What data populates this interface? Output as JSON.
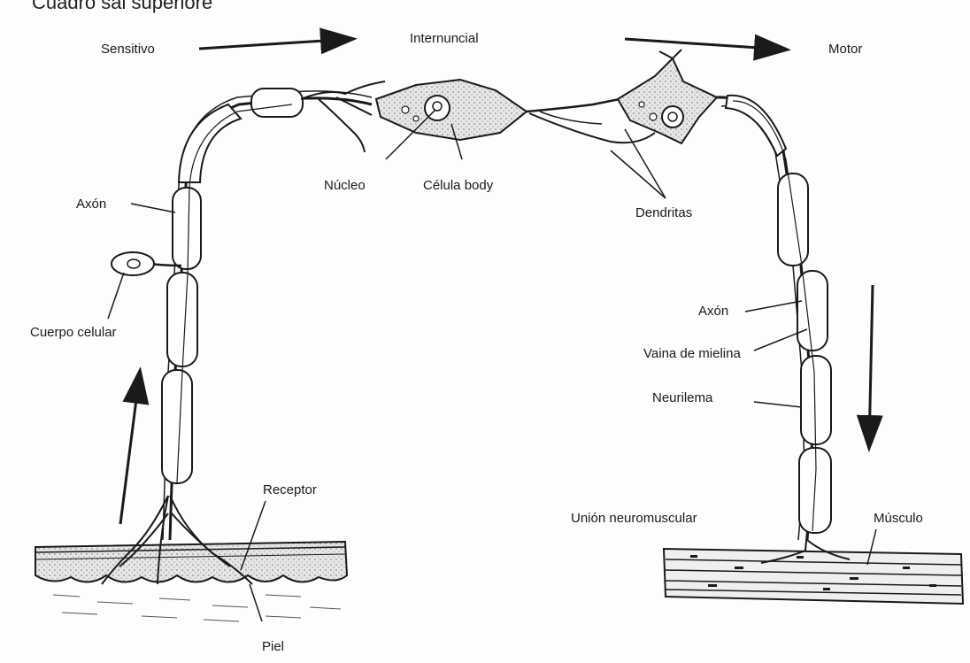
{
  "header": {
    "partial_text": "Cuadro sal superiore"
  },
  "labels": {
    "sensitivo": "Sensitivo",
    "internuncial": "Internuncial",
    "motor": "Motor",
    "nucleo": "Núcleo",
    "celula_body": "Célula body",
    "dendritas": "Dendritas",
    "axon_left": "Axón",
    "cuerpo_celular": "Cuerpo celular",
    "receptor": "Receptor",
    "piel": "Piel",
    "axon_right": "Axón",
    "vaina_de_mielina": "Vaina de mielina",
    "neurilema": "Neurilema",
    "union_neuromuscular": "Unión neuromuscular",
    "musculo": "Músculo"
  },
  "colors": {
    "ink": "#1a1a1a",
    "paper": "#fdfdfd",
    "stipple": "#d8d8d8"
  }
}
